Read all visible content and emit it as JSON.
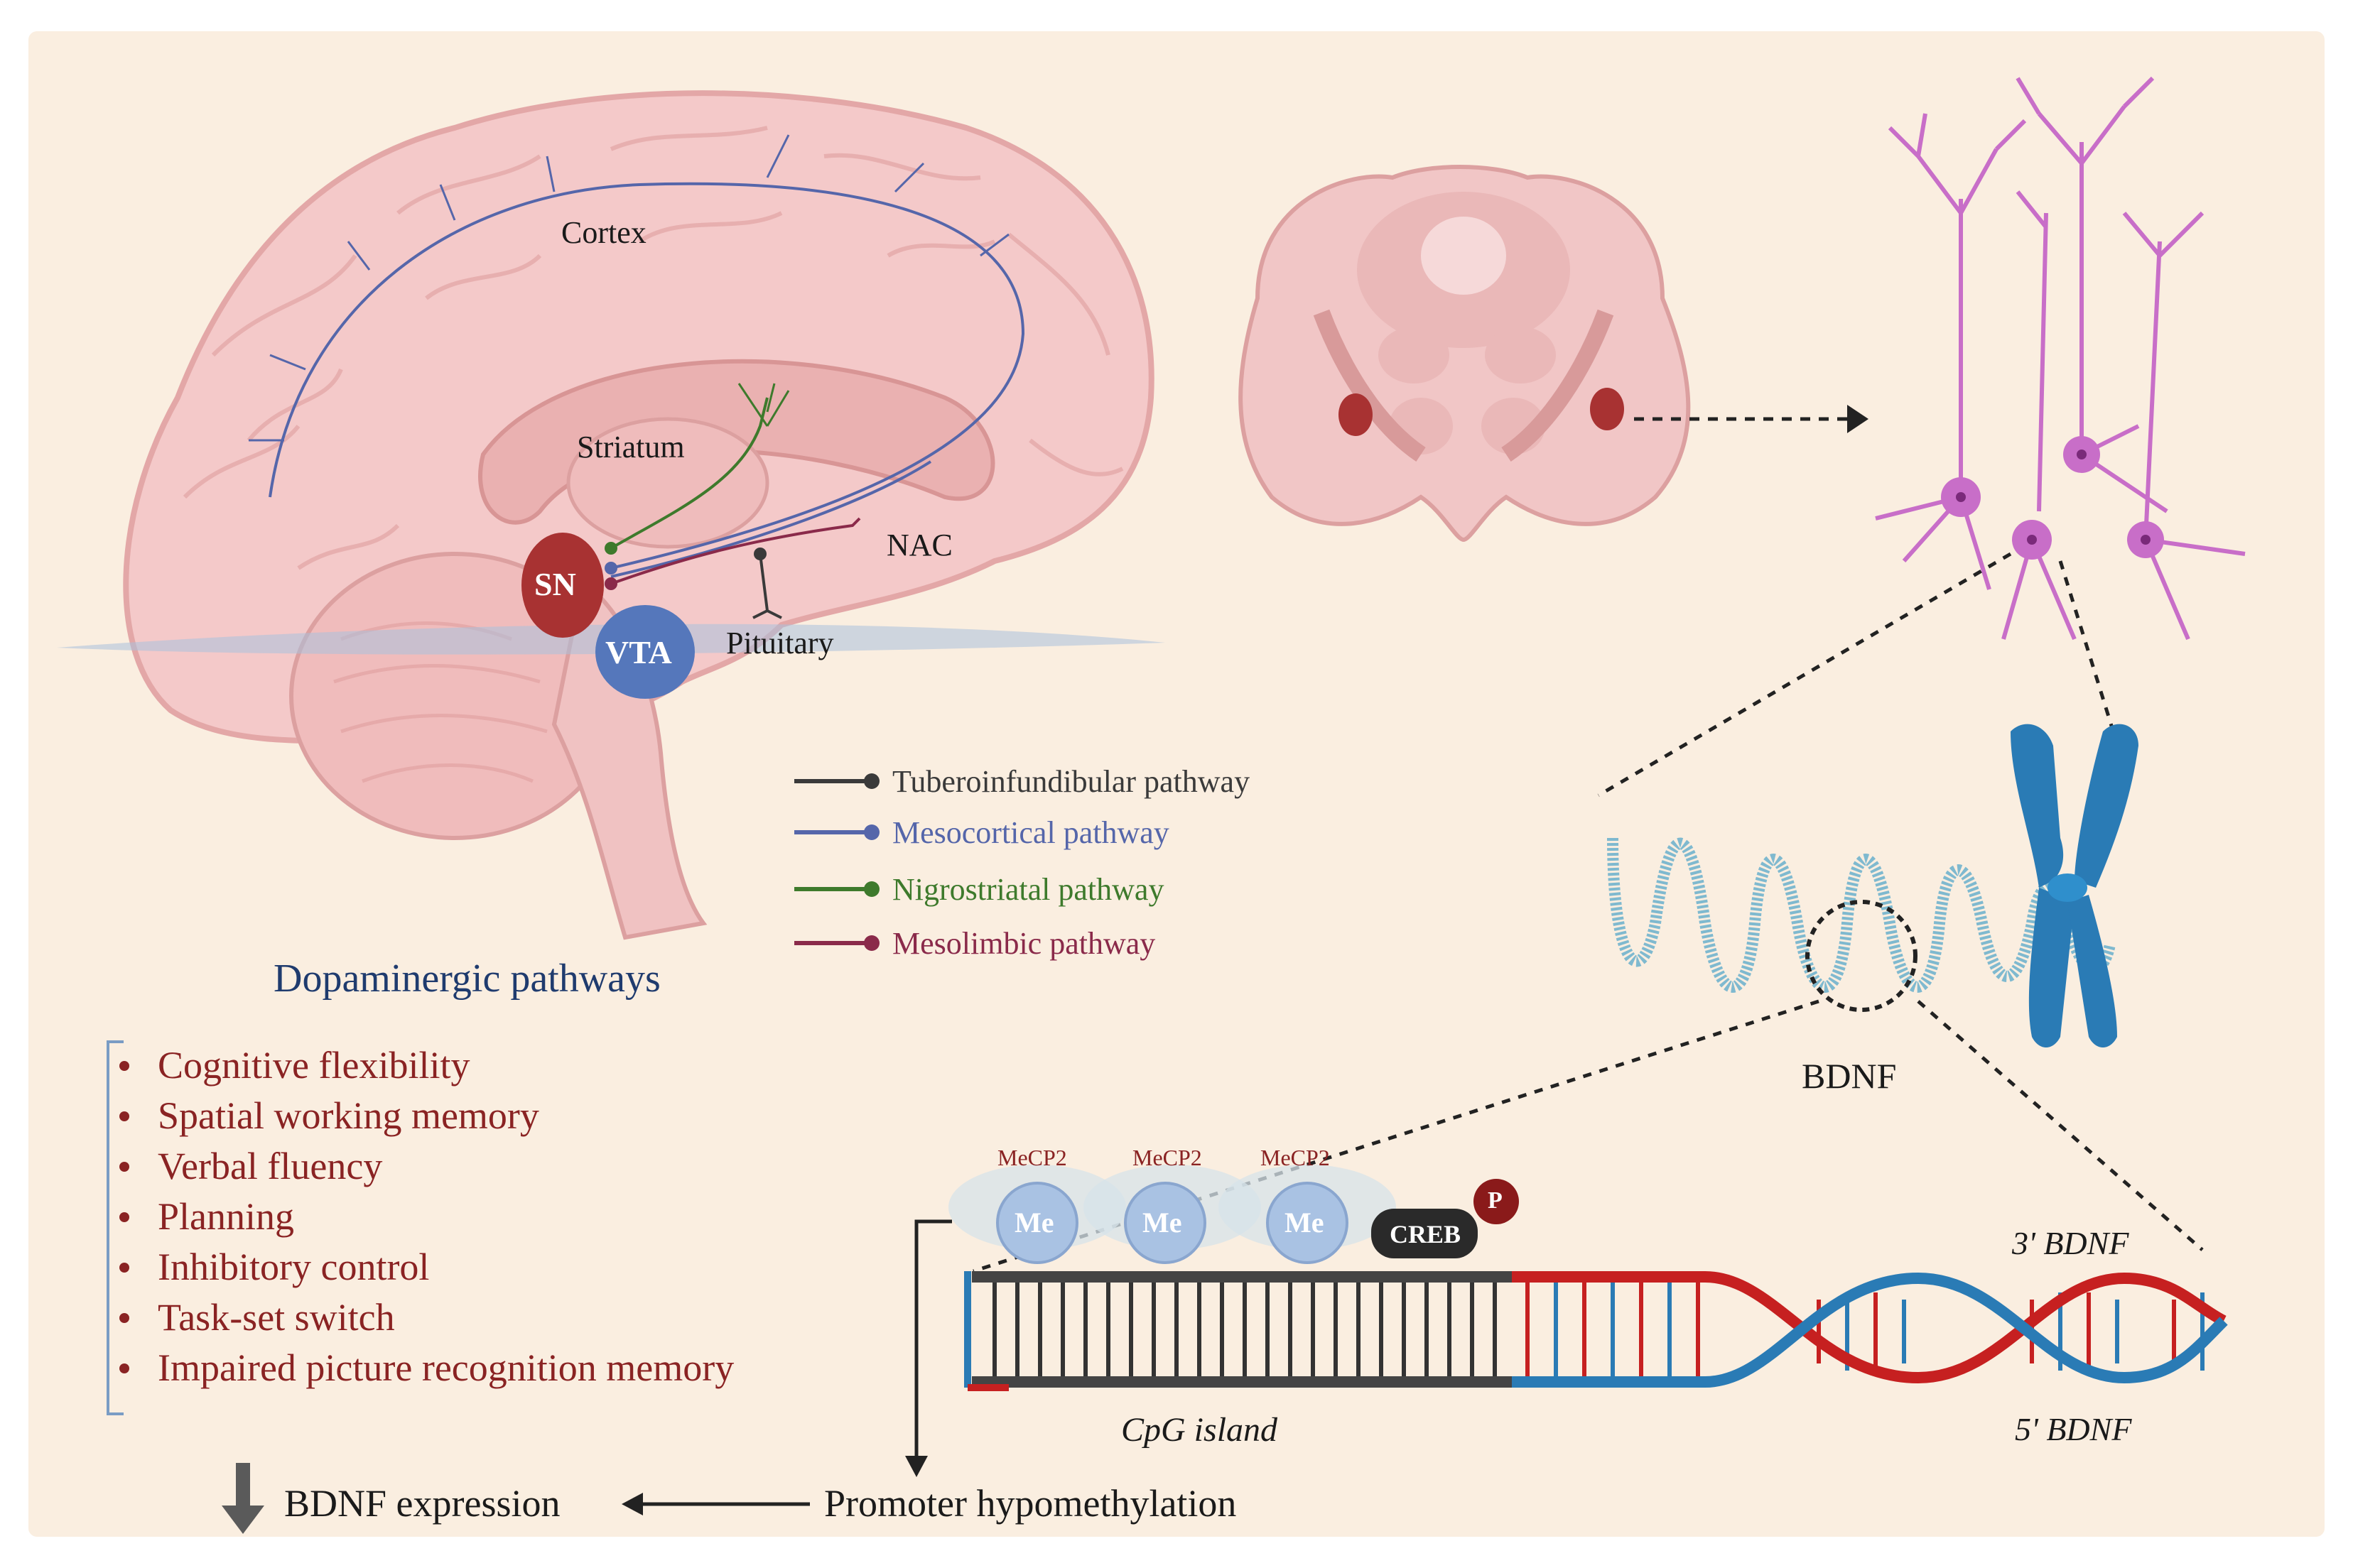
{
  "brain_labels": {
    "cortex": "Cortex",
    "striatum": "Striatum",
    "nac": "NAC",
    "sn": "SN",
    "vta": "VTA",
    "pituitary": "Pituitary"
  },
  "legend": [
    {
      "label": "Tuberoinfundibular pathway",
      "color": "#3a3a3a"
    },
    {
      "label": "Mesocortical pathway",
      "color": "#5566aa"
    },
    {
      "label": "Nigrostriatal pathway",
      "color": "#3e7a2c"
    },
    {
      "label": "Mesolimbic pathway",
      "color": "#8a2a4a"
    }
  ],
  "title": "Dopaminergic pathways",
  "effects": [
    "Cognitive flexibility",
    "Spatial working memory",
    "Verbal fluency",
    "Planning",
    "Inhibitory control",
    "Task-set switch",
    "Impaired picture recognition memory"
  ],
  "gene_labels": {
    "bdnf": "BDNF",
    "mecp2": "MeCP2",
    "me": "Me",
    "creb": "CREB",
    "p": "P",
    "bdnf3": "3' BDNF",
    "bdnf5": "5' BDNF",
    "cpg": "CpG island"
  },
  "bottom": {
    "bdnf_expression": "BDNF expression",
    "promoter": "Promoter hypomethylation"
  },
  "colors": {
    "panel": "#faeee0",
    "sn": "#a83232",
    "vta": "#5577bb",
    "effect_text": "#8a2323",
    "title": "#1f3b6e",
    "neuron": "#c86ec8",
    "chromosome": "#2a7bb5",
    "dna_red": "#c62020",
    "dna_blue": "#2a7bb5"
  }
}
